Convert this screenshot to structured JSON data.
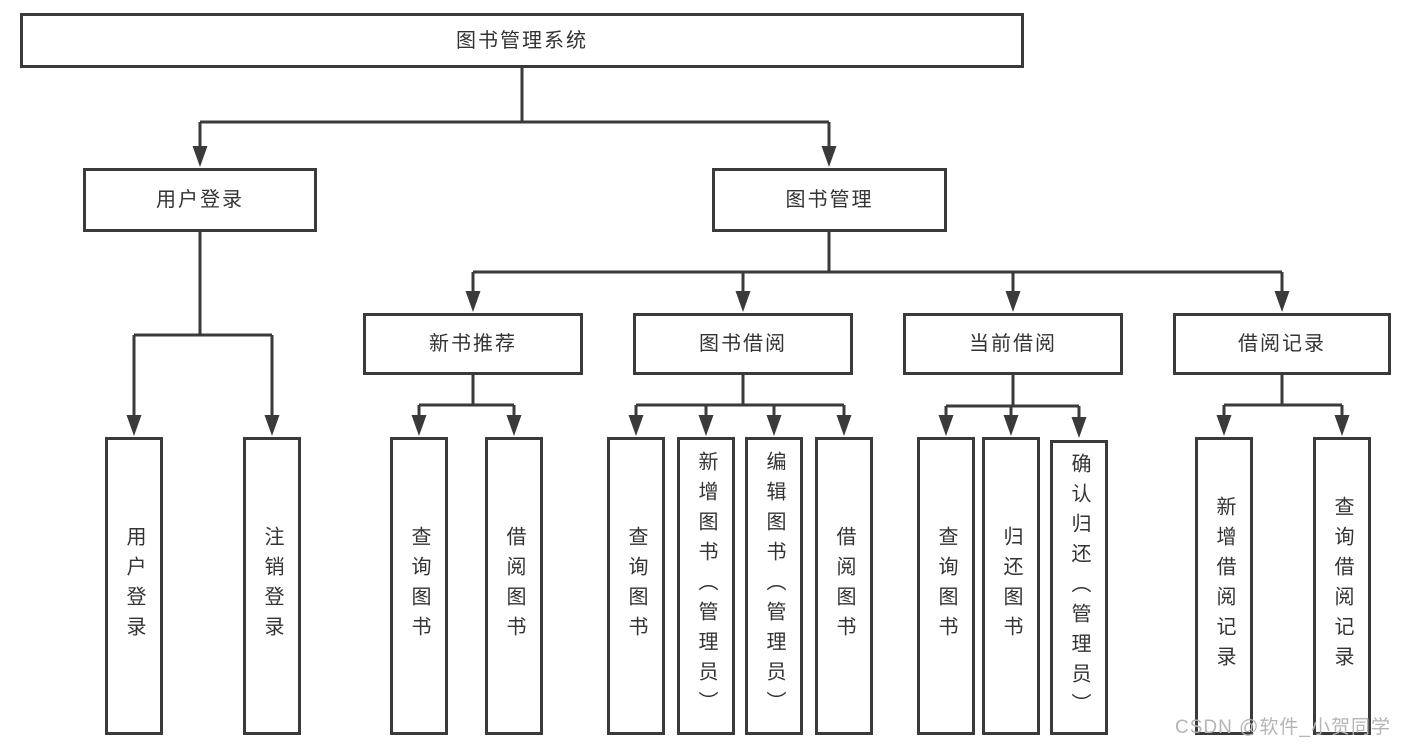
{
  "diagram_title": "图书管理系统",
  "tree": {
    "label": "图书管理系统",
    "children": [
      {
        "label": "用户登录",
        "children": [
          {
            "label": "用户登录"
          },
          {
            "label": "注销登录"
          }
        ]
      },
      {
        "label": "图书管理",
        "children": [
          {
            "label": "新书推荐",
            "children": [
              {
                "label": "查询图书"
              },
              {
                "label": "借阅图书"
              }
            ]
          },
          {
            "label": "图书借阅",
            "children": [
              {
                "label": "查询图书"
              },
              {
                "label": "新增图书（管理员）"
              },
              {
                "label": "编辑图书（管理员）"
              },
              {
                "label": "借阅图书"
              }
            ]
          },
          {
            "label": "当前借阅",
            "children": [
              {
                "label": "查询图书"
              },
              {
                "label": "归还图书"
              },
              {
                "label": "确认归还（管理员）"
              }
            ]
          },
          {
            "label": "借阅记录",
            "children": [
              {
                "label": "新增借阅记录"
              },
              {
                "label": "查询借阅记录"
              }
            ]
          }
        ]
      }
    ]
  },
  "watermark": {
    "text": "CSDN @软件_小贺同学"
  },
  "colors": {
    "line": "#3a3a3a",
    "border": "#3a3a3a",
    "text": "#333333",
    "watermark": "#b5b5b5",
    "background": "#ffffff"
  }
}
